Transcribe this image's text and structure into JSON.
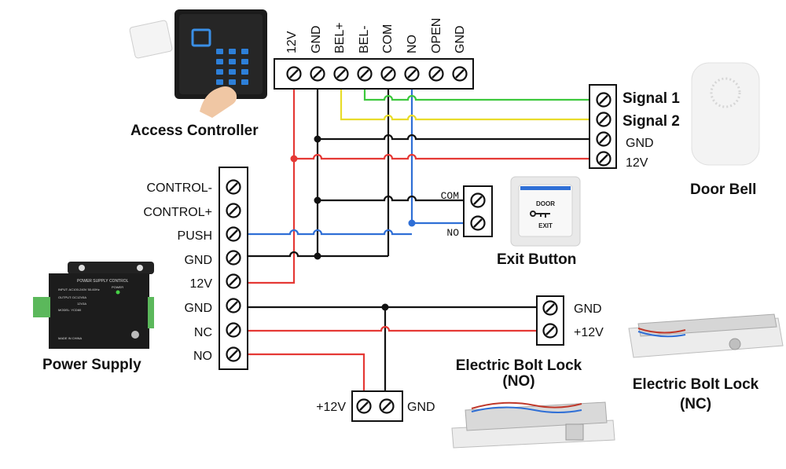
{
  "colors": {
    "red": "#e53935",
    "black": "#111111",
    "green": "#3cc83c",
    "yellow": "#e8dc2a",
    "blue": "#2f6fd6"
  },
  "icons": [
    "screw-terminal-icon"
  ],
  "access_controller": {
    "label": "Access Controller",
    "terminals": [
      "12V",
      "GND",
      "BEL+",
      "BEL-",
      "COM",
      "NO",
      "OPEN",
      "GND"
    ]
  },
  "door_bell": {
    "label": "Door Bell",
    "terminals": [
      "Signal 1",
      "Signal 2",
      "GND",
      "12V"
    ]
  },
  "power_supply": {
    "label": "Power Supply",
    "terminals": [
      "CONTROL-",
      "CONTROL+",
      "PUSH",
      "GND",
      "12V",
      "GND",
      "NC",
      "NO"
    ],
    "device_text": {
      "title": "POWER SUPPLY CONTROL",
      "power": "POWER",
      "input": "INPUT: AC100-240V 50-60Hz",
      "output": "OUTPUT: DC",
      "opt1": "12V5A",
      "opt2": "12V3A",
      "model": "MODEL: YCD60",
      "made": "MADE IN CHINA"
    }
  },
  "exit_button": {
    "label": "Exit Button",
    "terminals": [
      "COM",
      "NO"
    ],
    "face_top": "DOOR",
    "face_bottom": "EXIT"
  },
  "bolt_nc": {
    "label_line1": "Electric Bolt Lock",
    "label_line2": "(NC)",
    "terminals": [
      "GND",
      "+12V"
    ]
  },
  "bolt_no": {
    "label_line1": "Electric Bolt Lock",
    "label_line2": "(NO)",
    "terminals": [
      "+12V",
      "GND"
    ]
  }
}
